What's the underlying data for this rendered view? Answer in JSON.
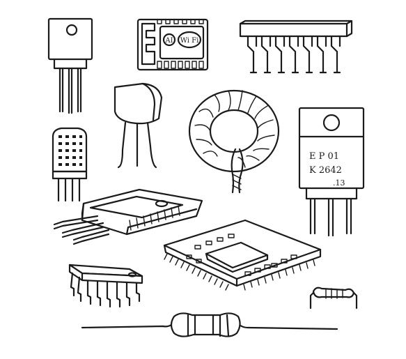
{
  "illustration": {
    "stroke_color": "#1a1a1a",
    "background_color": "#ffffff"
  },
  "components": {
    "wifi_module": {
      "label_left": "AI",
      "label_right": "Wi Fi"
    },
    "power_transistor": {
      "line1": "E P 01",
      "line2": "K 2642",
      "line3": ".13"
    }
  }
}
